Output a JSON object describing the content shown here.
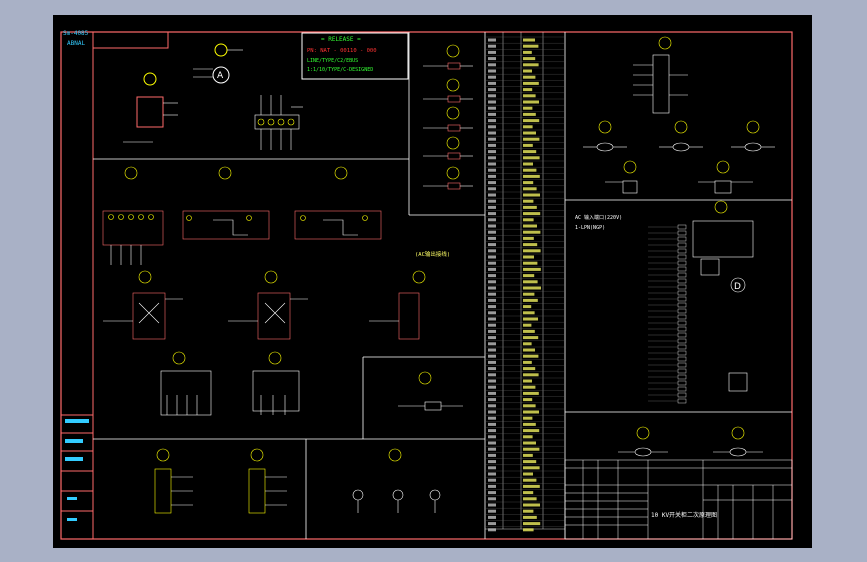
{
  "drawing": {
    "colors": {
      "background": "#000000",
      "window": "#a9b1c6",
      "frame": "#ff6a6a",
      "wire": "#ffffff",
      "symbol": "#ffff00",
      "table_text": "#ffff66",
      "cyan_text": "#33ccff",
      "red_text": "#ff3333",
      "green_text": "#33ff33"
    },
    "side_labels": {
      "top": "Sm-4085",
      "top_sub": "ABNAL"
    },
    "release_box": {
      "title": "=  RELEASE  =",
      "line1": "PN: NAT - 00110 - 000",
      "line2": "LINE/TYPE/C2/EBUS",
      "line3": "1:1/10/TYPE/C-DESIGNED"
    },
    "component_labels": {
      "ammeter_mark": "A",
      "meter_mark": "D",
      "note": "(AC输出接线)",
      "legend1": "AC 输入端口(220V)",
      "legend2": "1-LPN(NGP)"
    },
    "title_block": {
      "name": "10 KV开关柜二次原理图"
    }
  }
}
